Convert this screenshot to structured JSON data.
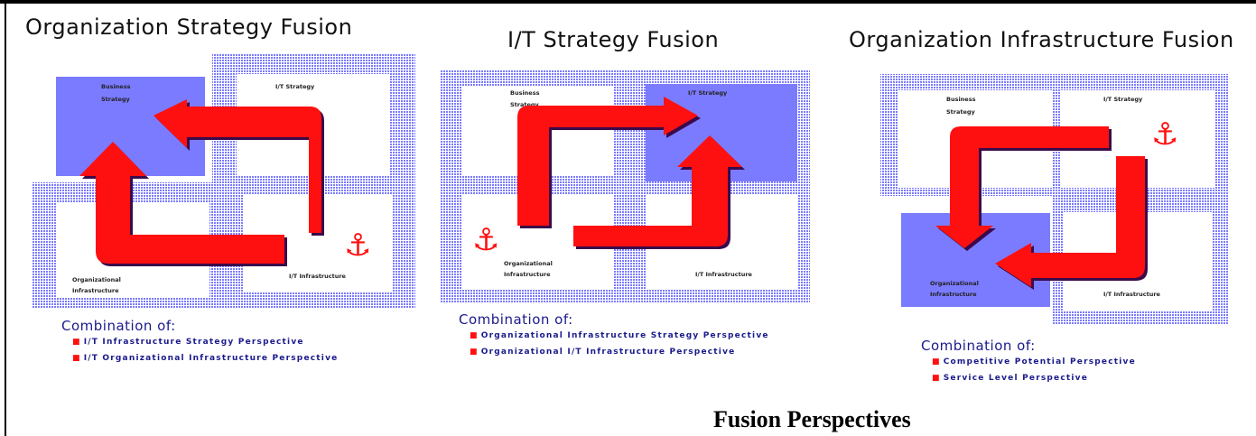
{
  "main_title": "Fusion Perspectives",
  "colors": {
    "quadrant_blue": "#7b7bff",
    "arrow_red": "#ff1010",
    "text_blue": "#1a1a8c",
    "shadow": "#3a0a4a"
  },
  "panels": [
    {
      "title": "Organization Strategy Fusion",
      "quadrants": {
        "business_strategy": "Business Strategy",
        "it_strategy": "I/T Strategy",
        "organizational_infrastructure": "Organizational Infrastructure",
        "it_infrastructure": "I/T Infrastructure"
      },
      "anchor_icon": "anchor-icon",
      "combination_heading": "Combination of:",
      "items": [
        "I/T Infrastructure Strategy Perspective",
        "I/T Organizational Infrastructure Perspective"
      ]
    },
    {
      "title": "I/T Strategy Fusion",
      "quadrants": {
        "business_strategy": "Business Strategy",
        "it_strategy": "I/T Strategy",
        "organizational_infrastructure": "Organizational Infrastructure",
        "it_infrastructure": "I/T Infrastructure"
      },
      "anchor_icon": "anchor-icon",
      "combination_heading": "Combination of:",
      "items": [
        "Organizational Infrastructure Strategy Perspective",
        "Organizational I/T Infrastructure Perspective"
      ]
    },
    {
      "title": "Organization Infrastructure Fusion",
      "quadrants": {
        "business_strategy": "Business Strategy",
        "it_strategy": "I/T Strategy",
        "organizational_infrastructure": "Organizational Infrastructure",
        "it_infrastructure": "I/T Infrastructure"
      },
      "anchor_icon": "anchor-icon",
      "combination_heading": "Combination of:",
      "items": [
        "Competitive Potential Perspective",
        "Service Level Perspective"
      ]
    }
  ]
}
